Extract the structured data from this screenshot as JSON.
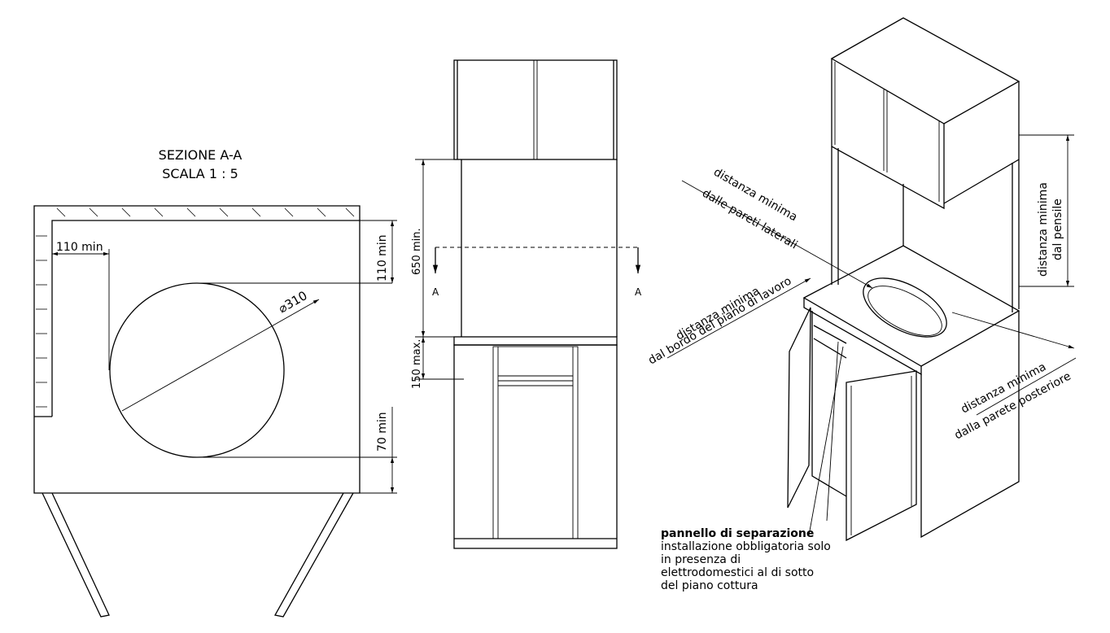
{
  "section": {
    "title": "SEZIONE A-A",
    "scale": "SCALA 1 : 5",
    "dims": {
      "side_clearance": "110 min",
      "top_clearance": "110 min",
      "diameter": "⌀310",
      "bottom_clearance": "70 min"
    }
  },
  "front": {
    "dims": {
      "height_min": "650 min.",
      "offset_max": "150 max."
    },
    "section_marks": {
      "left": "A",
      "right": "A"
    }
  },
  "iso": {
    "labels": {
      "lateral_1": "distanza minima",
      "lateral_2": "dalle pareti laterali",
      "edge_1": "distanza minima",
      "edge_2": "dal bordo del piano di lavoro",
      "pensile_1": "distanza minima",
      "pensile_2": "dal pensile",
      "rear_1": "distanza minima",
      "rear_2": "dalla parete posteriore"
    },
    "note": {
      "title": "pannello di separazione",
      "line1": "installazione obbligatoria solo",
      "line2": "in presenza di",
      "line3": "elettrodomestici al di sotto",
      "line4": "del piano cottura"
    }
  }
}
